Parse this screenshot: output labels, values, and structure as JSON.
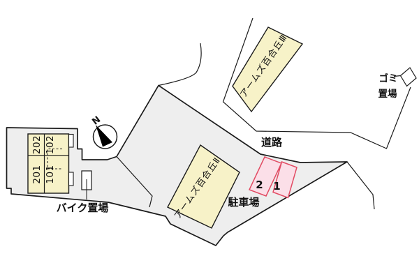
{
  "site_plan": {
    "buildings": {
      "building3": {
        "name": "アームズ百合丘Ⅲ"
      },
      "building2": {
        "name": "アームズ百合丘Ⅱ"
      },
      "left_building": {
        "rooms": {
          "r202": "202",
          "r102": "102",
          "r201": "201",
          "r101": "101"
        }
      }
    },
    "labels": {
      "road": "道路",
      "parking": "駐車場",
      "bike": "バイク置場",
      "garbage_line1": "ゴミ",
      "garbage_line2": "置場",
      "north": "N"
    },
    "parking_spaces": {
      "space2": "2",
      "space1": "1"
    },
    "colors": {
      "building_fill": "#f7f2c8",
      "parcel_fill": "#eeeeee",
      "parking_fill": "#fbdfe8",
      "parking_stroke": "#e24b63",
      "line": "#1b1b1b"
    }
  }
}
